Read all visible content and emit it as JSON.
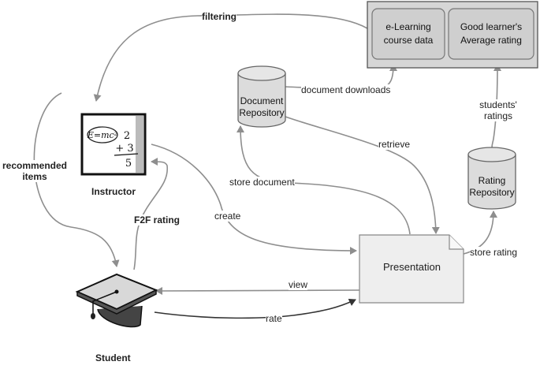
{
  "nodes": {
    "elearning_data": "e-Learning\ncourse data",
    "good_learner_rating": "Good learner's\nAverage rating",
    "document_repository": "Document\nRepository",
    "rating_repository": "Rating\nRepository",
    "presentation": "Presentation",
    "instructor": "Instructor",
    "student": "Student",
    "blackboard_formula": "E=mc²",
    "blackboard_sum": [
      "2",
      "+ 3",
      "5"
    ]
  },
  "edges": {
    "filtering": "filtering",
    "recommended_items": "recommended\nitems",
    "document_downloads": "document downloads",
    "students_ratings": "students'\nratings",
    "retrieve": "retrieve",
    "store_document": "store document",
    "create": "create",
    "f2f_rating": "F2F rating",
    "store_rating": "store rating",
    "view": "view",
    "rate": "rate"
  },
  "colors": {
    "line": "#8e8e8e",
    "arrow_dark": "#333333",
    "panel_fill": "#d6d6d6",
    "box_fill": "#cfcfcf",
    "cylinder_fill": "#dcdcdc",
    "note_fill": "#eeeeee"
  }
}
